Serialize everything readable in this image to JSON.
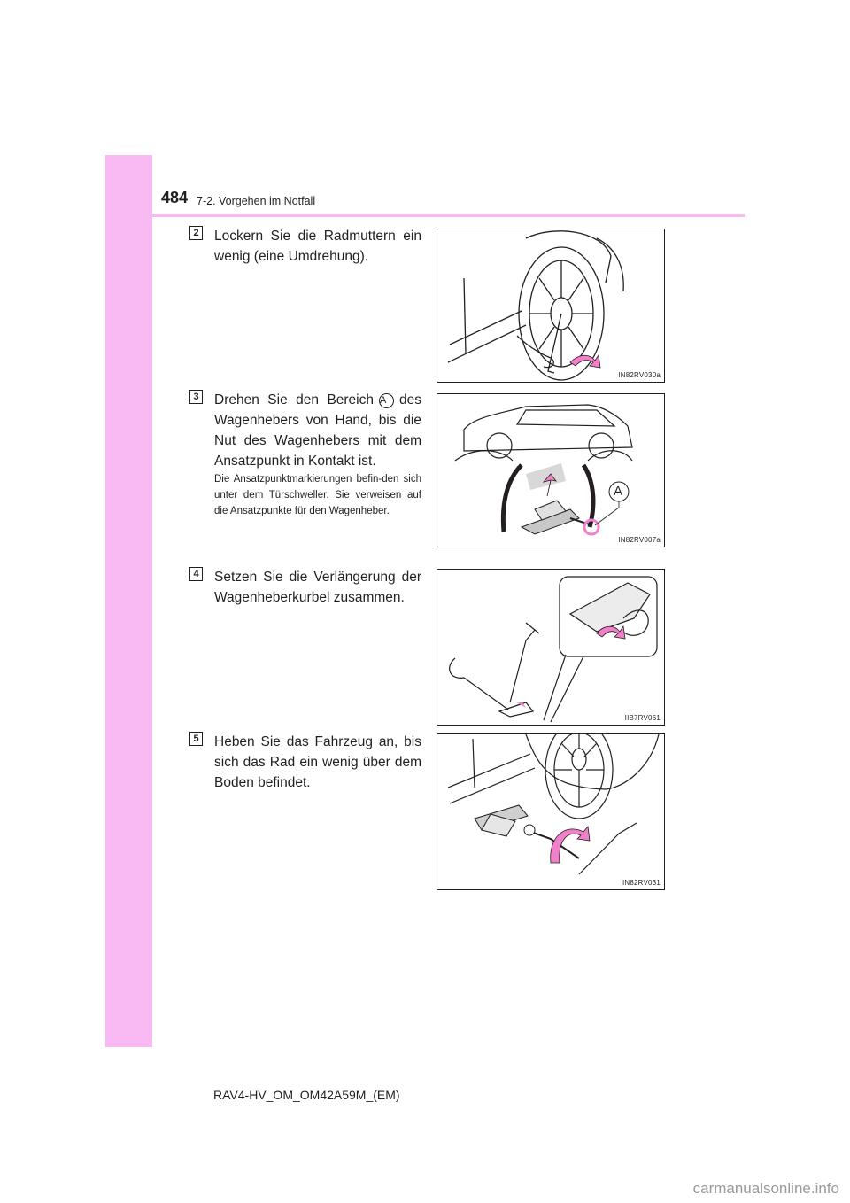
{
  "header": {
    "page_number": "484",
    "section_title": "7-2. Vorgehen im Notfall"
  },
  "steps": [
    {
      "number": "2",
      "text": "Lockern Sie die Radmuttern ein wenig (eine Umdrehung).",
      "figure_code": "IN82RV030a"
    },
    {
      "number": "3",
      "text_before": "Drehen Sie den Bereich",
      "marker": "A",
      "text_after": "des Wagenhebers von Hand, bis die Nut des Wagenhebers mit dem Ansatzpunkt in Kontakt ist.",
      "note": "Die Ansatzpunktmarkierungen befin-den sich unter dem Türschweller. Sie verweisen auf die Ansatzpunkte für den Wagenheber.",
      "figure_code": "IN82RV007a",
      "figure_label": "A"
    },
    {
      "number": "4",
      "text": "Setzen Sie die Verlängerung der Wagenheberkurbel zusammen.",
      "figure_code": "IIB7RV061"
    },
    {
      "number": "5",
      "text": "Heben Sie das Fahrzeug an, bis sich das Rad ein wenig über dem Boden befindet.",
      "figure_code": "IN82RV031"
    }
  ],
  "footer": {
    "doc_code": "RAV4-HV_OM_OM42A59M_(EM)"
  },
  "watermark": "carmanualsonline.info",
  "colors": {
    "accent_pink": "#f9b9f2",
    "arrow_pink": "#f27fc9"
  }
}
